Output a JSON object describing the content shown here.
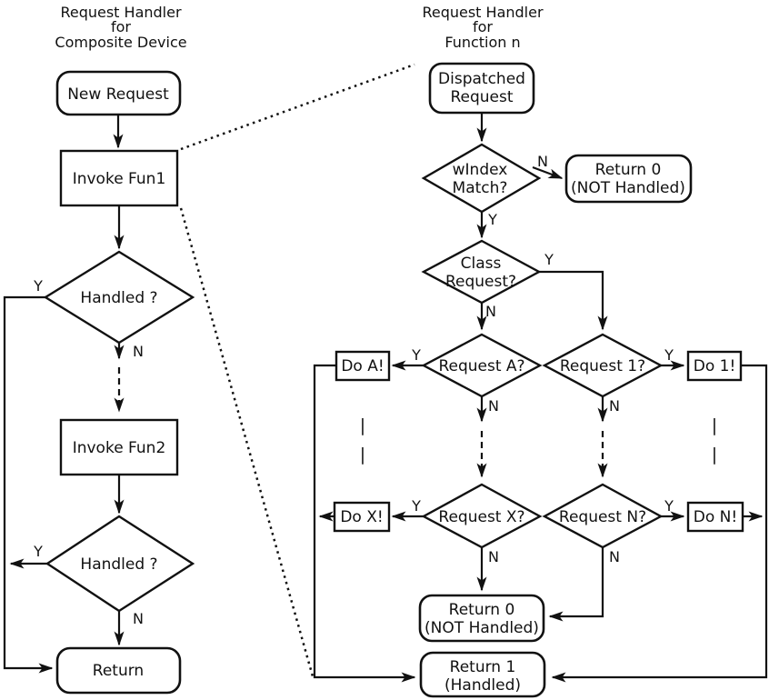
{
  "colors": {
    "ink": "#111111",
    "background": "#ffffff"
  },
  "left_chart": {
    "title": [
      "Request Handler",
      "for",
      "Composite Device"
    ],
    "new_request": "New Request",
    "invoke_fun1": "Invoke Fun1",
    "handled_1": "Handled ?",
    "invoke_fun2": "Invoke Fun2",
    "handled_2": "Handled ?",
    "return": "Return",
    "branch_labels": {
      "handled1_yes": "Y",
      "handled1_no": "N",
      "handled2_yes": "Y",
      "handled2_no": "N"
    }
  },
  "right_chart": {
    "title": [
      "Request Handler",
      "for",
      "Function n"
    ],
    "dispatched_request": [
      "Dispatched",
      "Request"
    ],
    "windex_match": [
      "wIndex",
      "Match?"
    ],
    "return_0_top": [
      "Return 0",
      "(NOT Handled)"
    ],
    "class_request": [
      "Class",
      "Request?"
    ],
    "request_a": "Request A?",
    "request_1": "Request 1?",
    "do_a": "Do A!",
    "do_1": "Do 1!",
    "request_x": "Request X?",
    "request_n": "Request N?",
    "do_x": "Do X!",
    "do_n": "Do N!",
    "return_0_bottom": [
      "Return 0",
      "(NOT Handled)"
    ],
    "return_1": [
      "Return 1",
      "(Handled)"
    ],
    "ellipsis_bar": "|",
    "branch_labels": {
      "windex_no": "N",
      "windex_yes": "Y",
      "class_yes": "Y",
      "class_no": "N",
      "request_a_yes": "Y",
      "request_a_no": "N",
      "request_1_yes": "Y",
      "request_1_no": "N",
      "request_x_yes": "Y",
      "request_x_no": "N",
      "request_n_yes": "Y",
      "request_n_no": "N"
    }
  }
}
